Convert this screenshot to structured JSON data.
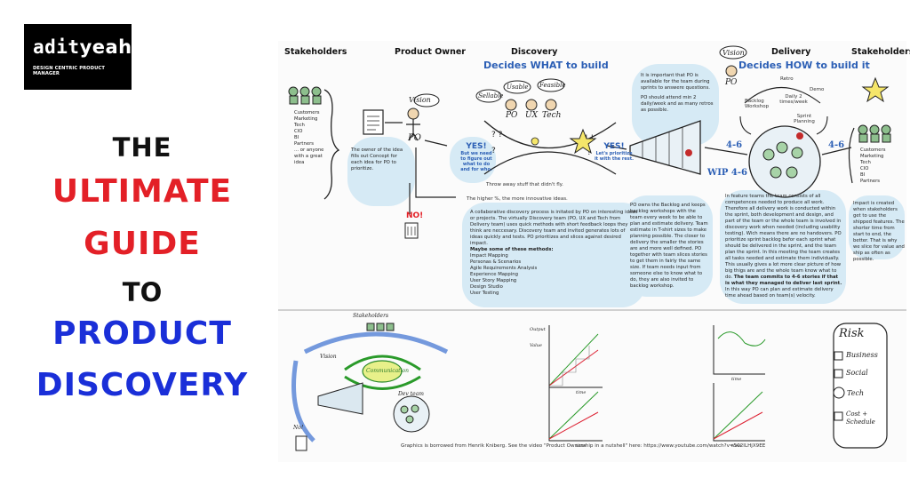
{
  "logo": {
    "name_prefix": "adit",
    "name_suffix": "yeah",
    "tagline": "DESIGN CENTRIC PRODUCT MANAGER"
  },
  "title": {
    "line1": "THE",
    "line2": "ULTIMATE",
    "line3": "GUIDE",
    "line4": "TO",
    "line5": "PRODUCT",
    "line6": "DISCOVERY"
  },
  "colors": {
    "red": "#e32027",
    "blue": "#1a2fd8",
    "poster_blue": "#2c5fb5",
    "note_bg": "#d6eaf5"
  },
  "poster": {
    "headers": {
      "stakeholders_left": "Stakeholders",
      "product_owner": "Product Owner",
      "discovery": "Discovery",
      "delivery": "Delivery",
      "stakeholders_right": "Stakeholders"
    },
    "decides_what": "Decides WHAT to build",
    "decides_how": "Decides HOW to build it",
    "vision": "Vision",
    "po": "PO",
    "sellable": "Sellable",
    "usable": "Usable",
    "feasible": "Feasible",
    "ux": "UX",
    "tech": "Tech",
    "stakeholders_list_left": [
      "Customers",
      "Marketing",
      "Tech",
      "CIO",
      "BI",
      "Partners",
      "... or anyone",
      "with a great",
      "idea"
    ],
    "owner_idea": "The owner of the idea fills out Concept for each idea for PO to prioritize.",
    "yes1": "YES!",
    "yes1_text": "But we need to figure out what to do and for who.",
    "yes2": "YES!",
    "yes2_text": "Let's prioritize it with the rest.",
    "no": "NO!",
    "throw_away": "Throw away stuff that didn't fly.",
    "higher_pct": "The higher %, the more innovative ideas.",
    "discovery_note": "A collaborative discovery process is initated by PO on interesting ideas or projects. The virtually Discovery team (PO, UX and Tech from Delivery team) uses quick methods with short feedback loops they think are neccesary. Discovery team and invited generates lots of ideas quickly and tests. PO prioritizes and slices against desired impact.",
    "methods_title": "Maybe some of these methods:",
    "methods": [
      "Impact Mapping",
      "Personas & Scenarios",
      "Agile Requirements Analysis",
      "Experience Mapping",
      "User Story Mapping",
      "Design Studio",
      "User Testing"
    ],
    "po_available": "It is important that PO is available for the team during sprints to answere questions.",
    "po_attend": "PO should attend min 2 daily/week and as many retros as possible.",
    "backlog_note": "PO owns the Backlog and keeps backlog workshops with the team every week to be able to plan and estimate delivery. Team estimate in T-shirt sizes to make planning possible. The closer to delivery the smaller the stories are and more well defined. PO together with team slices stories to get them in fairly the same size. If team needs input from someone else to know what to do, they are also invited to backlog workshop.",
    "retro": "Retro",
    "demo": "Demo",
    "backlog_workshop": "Backlog Workshop",
    "daily": "Daily 2 times/week",
    "sprint_planning": "Sprint Planning",
    "wip": "WIP 4-6",
    "rate1": "4-6",
    "rate2": "4-6",
    "delivery_note": "In feature teams the team consists of all competences needed to produce all work. Therefore all delivery work is conducted within the sprint, both development and design, and part of the team or the whole team is involved in discovery work when needed (including usability testing). Wich means there are no handovers. PO prioritize sprint backlog befor each sprint what should be delivered in the sprint, and the team plan the sprint. In this meeting the team creates all tasks needed and estimate them individually. This usually gives a lot more clear picture of how big thigs are and the whole team know what to do.",
    "delivery_note_bold": "The team commits to 4-6 stories if that is what they managed to deliver last sprint.",
    "delivery_note_tail": "In this way PO can plan and estimate delivery time ahead based on team(s) velocity.",
    "stakeholders_list_right": [
      "Customers",
      "Marketing",
      "Tech",
      "CIO",
      "BI",
      "Partners"
    ],
    "impact_note": "Impact is created when stakeholders get to use the shipped features. The shorter time from start to end, the better. That is why we slice for value and ship as often as possible.",
    "sketch_labels": {
      "stakeholders": "Stakeholders",
      "vision": "Vision",
      "communication": "Communication",
      "dev_team": "Dev team",
      "no": "No!",
      "risk": "Risk",
      "business": "Business",
      "social": "Social",
      "tech": "Tech",
      "cost": "Cost + Schedule",
      "time": "time",
      "output": "Output",
      "value": "Value"
    },
    "credit": "Graphics is borrowed from Henrik Kniberg. See the video \"Product Ownership in a nutshell\" here: https://www.youtube.com/watch?v=502ILHjX9EE"
  }
}
